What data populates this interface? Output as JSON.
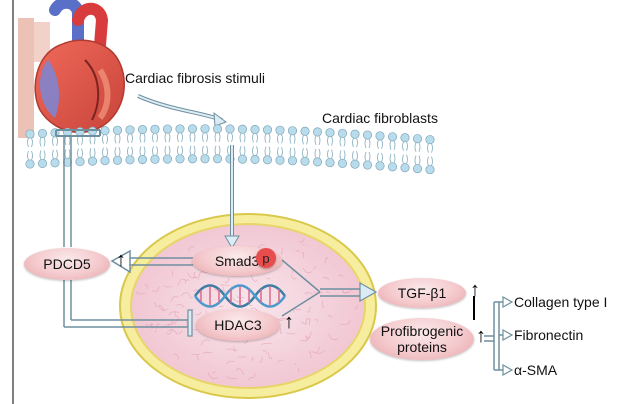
{
  "labels": {
    "stimuli": "Cardiac fibrosis stimuli",
    "fibroblasts": "Cardiac fibroblasts",
    "pdcd5": "PDCD5",
    "smad3": "Smad3",
    "smad3_p": "p",
    "hdac3": "HDAC3",
    "tgf": "TGF-β1",
    "profibrogenic_1": "Profibrogenic",
    "profibrogenic_2": "proteins",
    "collagen": "Collagen type I",
    "fibronectin": "Fibronectin",
    "asma": "α-SMA",
    "up_arrow": "↑"
  },
  "colors": {
    "membrane_head": "#b9dcec",
    "membrane_tail": "#8fb4c4",
    "nucleus_ring": "#f0e58a",
    "nucleus_fill": "#f6dce4",
    "arrow_fill": "#dcecf4",
    "arrow_stroke": "#6f8f9f"
  }
}
